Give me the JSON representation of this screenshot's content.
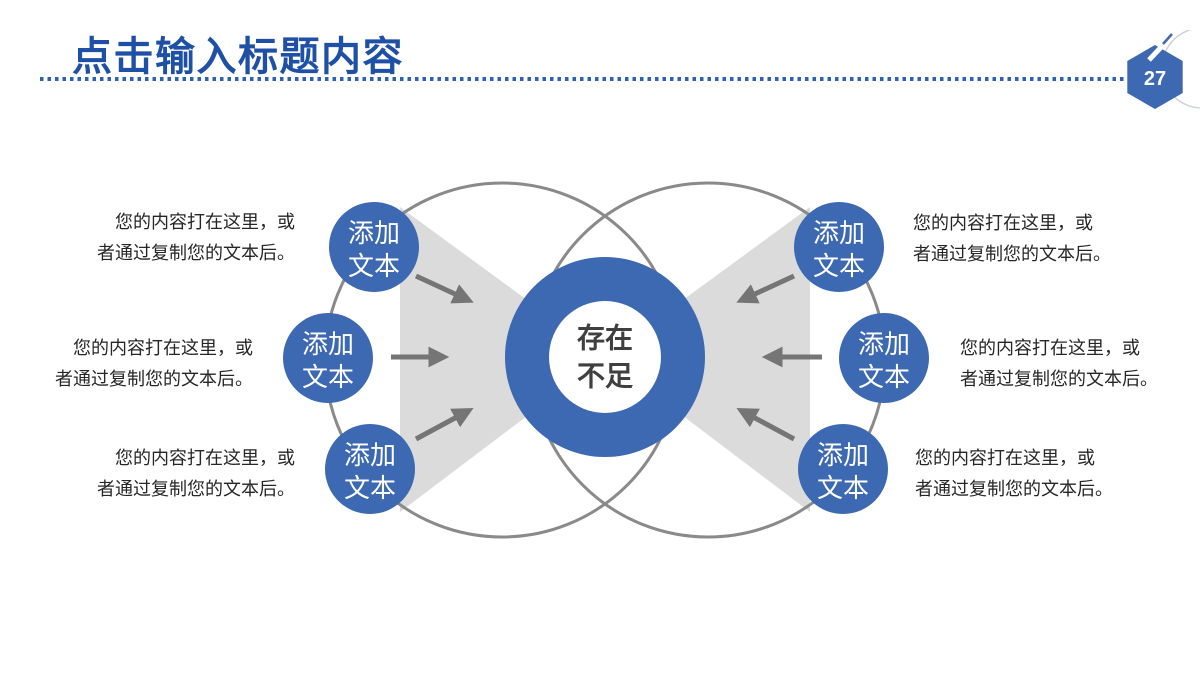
{
  "header": {
    "title": "点击输入标题内容",
    "page_number": "27"
  },
  "diagram": {
    "center": {
      "line1": "存在",
      "line2": "不足"
    },
    "nodes": [
      {
        "position": "left-top",
        "line1": "添加",
        "line2": "文本"
      },
      {
        "position": "left-middle",
        "line1": "添加",
        "line2": "文本"
      },
      {
        "position": "left-bottom",
        "line1": "添加",
        "line2": "文本"
      },
      {
        "position": "right-top",
        "line1": "添加",
        "line2": "文本"
      },
      {
        "position": "right-middle",
        "line1": "添加",
        "line2": "文本"
      },
      {
        "position": "right-bottom",
        "line1": "添加",
        "line2": "文本"
      }
    ],
    "descriptions": [
      {
        "position": "left-top",
        "line1": "您的内容打在这里，或",
        "line2": "者通过复制您的文本后。"
      },
      {
        "position": "left-middle",
        "line1": "您的内容打在这里，或",
        "line2": "者通过复制您的文本后。"
      },
      {
        "position": "left-bottom",
        "line1": "您的内容打在这里，或",
        "line2": "者通过复制您的文本后。"
      },
      {
        "position": "right-top",
        "line1": "您的内容打在这里，或",
        "line2": "者通过复制您的文本后。"
      },
      {
        "position": "right-middle",
        "line1": "您的内容打在这里，或",
        "line2": "者通过复制您的文本后。"
      },
      {
        "position": "right-bottom",
        "line1": "您的内容打在这里，或",
        "line2": "者通过复制您的文本后。"
      }
    ]
  },
  "colors": {
    "accent_blue": "#3C69B2",
    "title_blue": "#1E50A5",
    "dotted_rule_blue": "#2E61AE",
    "outline_circle_gray": "#8A8A8A",
    "wedge_gray": "#DBDBDB",
    "arrow_gray": "#757575",
    "body_text": "#262626",
    "center_text": "#3F3F3F"
  }
}
